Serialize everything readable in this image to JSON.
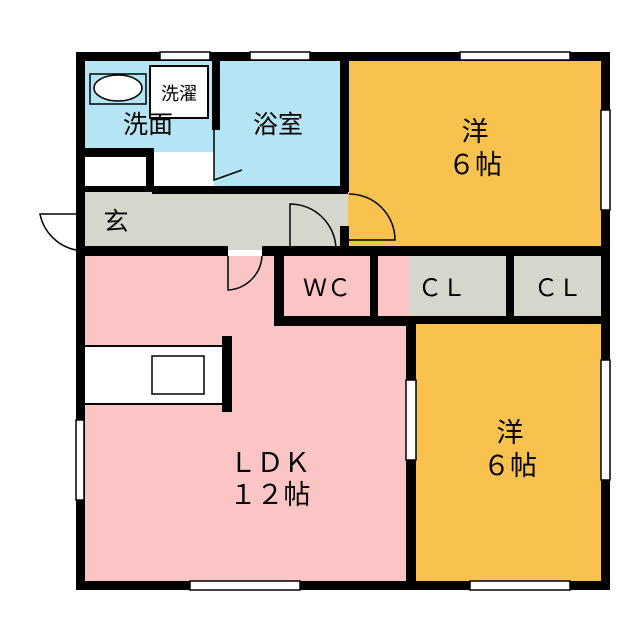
{
  "rooms": {
    "washroom": {
      "label": "洗面",
      "color": "#b3e5f5"
    },
    "washer": {
      "label": "洗濯",
      "color": "#ffffff"
    },
    "bath": {
      "label": "浴室",
      "color": "#b3e5f5"
    },
    "entrance": {
      "label": "玄",
      "color": "#d6d6cc"
    },
    "hall": {
      "color": "#d6d6cc"
    },
    "wc": {
      "label": "ＷＣ",
      "color": "#b3e5f5"
    },
    "closet1": {
      "label": "ＣＬ",
      "color": "#d6d6cc"
    },
    "closet2": {
      "label": "ＣＬ",
      "color": "#d6d6cc"
    },
    "bedroom_top": {
      "label_type": "洋",
      "label_size": "６帖",
      "color": "#f9c24e"
    },
    "bedroom_bottom": {
      "label_type": "洋",
      "label_size": "６帖",
      "color": "#f9c24e"
    },
    "ldk": {
      "label_type": "ＬＤＫ",
      "label_size": "１２帖",
      "color": "#fbc5c6"
    }
  },
  "colors": {
    "wall": "#000000",
    "window": "#ffffff",
    "kitchen": "#ffffff"
  }
}
